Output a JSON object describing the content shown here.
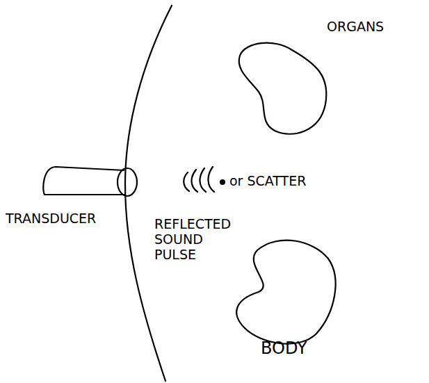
{
  "diagram": {
    "labels": [
      "ORGANS",
      "or SCATTER",
      "TRANSDUCER",
      "REFLECTED SOUND PULSE",
      "BODY"
    ]
  }
}
